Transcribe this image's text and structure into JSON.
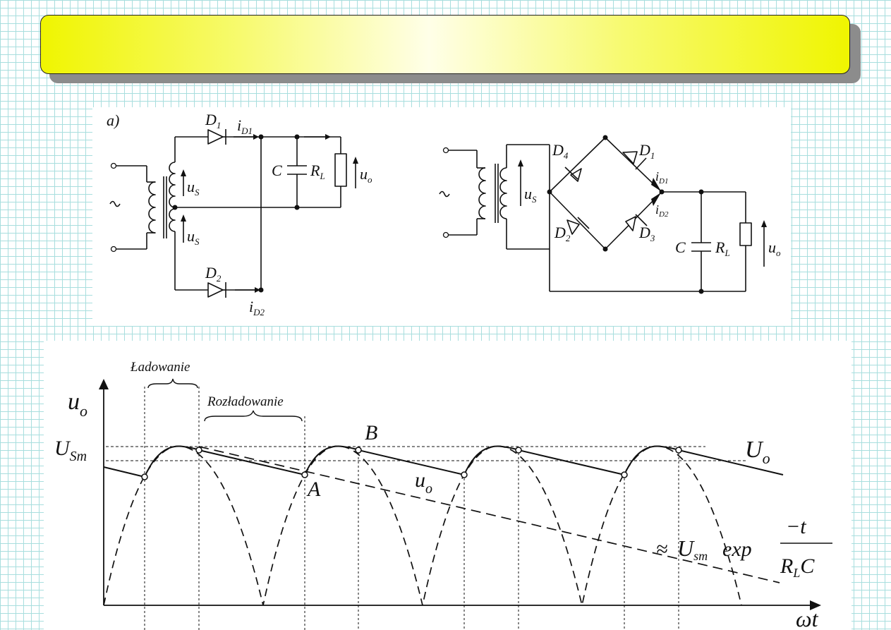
{
  "title": "",
  "circuit_a": {
    "panel_label": "a)",
    "source_symbol": "~",
    "diode1": {
      "letter": "D",
      "sub": "1"
    },
    "diode2": {
      "letter": "D",
      "sub": "2"
    },
    "current1": {
      "letter": "i",
      "sub": "D1"
    },
    "current2": {
      "letter": "i",
      "sub": "D2"
    },
    "us_upper": {
      "letter": "u",
      "sub": "S"
    },
    "us_lower": {
      "letter": "u",
      "sub": "S"
    },
    "cap": "C",
    "load": {
      "letter": "R",
      "sub": "L"
    },
    "output": {
      "letter": "u",
      "sub": "o"
    }
  },
  "circuit_b": {
    "source_symbol": "~",
    "us": {
      "letter": "u",
      "sub": "S"
    },
    "d1": {
      "letter": "D",
      "sub": "1"
    },
    "d2": {
      "letter": "D",
      "sub": "2"
    },
    "d3": {
      "letter": "D",
      "sub": "3"
    },
    "d4": {
      "letter": "D",
      "sub": "4"
    },
    "current1": {
      "letter": "i",
      "sub": "D1"
    },
    "current2": {
      "letter": "i",
      "sub": "D2"
    },
    "cap": "C",
    "load": {
      "letter": "R",
      "sub": "L"
    },
    "output": {
      "letter": "u",
      "sub": "o"
    }
  },
  "waveform": {
    "y_axis": {
      "letter": "u",
      "sub": "o"
    },
    "x_axis": "ωt",
    "usm_label": {
      "letter": "U",
      "sub": "Sm"
    },
    "charging_label": "Ładowanie",
    "discharging_label": "Rozładowanie",
    "point_b": "B",
    "point_a": "A",
    "uo_curve_label": {
      "letter": "U",
      "sub": "o"
    },
    "uo_ripple_label": {
      "letter": "u",
      "sub": "o"
    },
    "decay_formula": {
      "approx": "≈",
      "letter": "U",
      "sub": "sm",
      "func": "exp",
      "numerator": "−t",
      "denominator": "R",
      "denominator_sub": "L",
      "denominator_tail": "C"
    }
  }
}
